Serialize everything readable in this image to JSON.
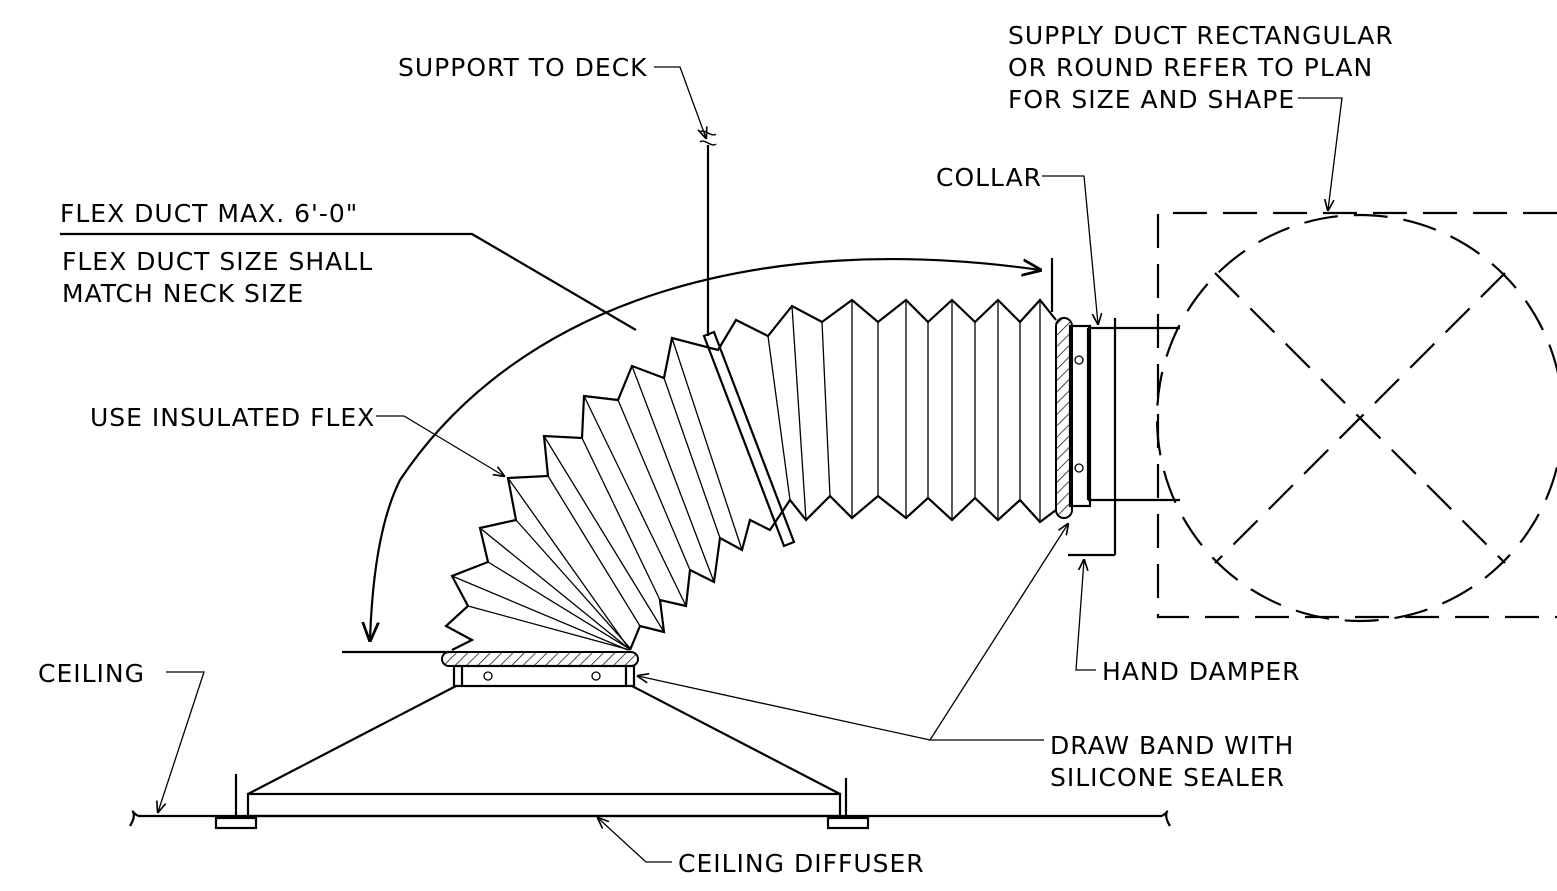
{
  "labels": {
    "support_to_deck": "SUPPORT TO DECK",
    "supply_duct_line1": "SUPPLY DUCT RECTANGULAR",
    "supply_duct_line2": "OR ROUND REFER TO PLAN",
    "supply_duct_line3": "FOR SIZE AND SHAPE",
    "collar": "COLLAR",
    "flex_duct_max": "FLEX DUCT MAX. 6'-0\"",
    "flex_size_line1": "FLEX DUCT SIZE SHALL",
    "flex_size_line2": "MATCH NECK SIZE",
    "use_insulated_flex": "USE INSULATED FLEX",
    "ceiling": "CEILING",
    "hand_damper": "HAND DAMPER",
    "draw_band_line1": "DRAW BAND WITH",
    "draw_band_line2": "SILICONE SEALER",
    "ceiling_diffuser": "CEILING DIFFUSER"
  }
}
